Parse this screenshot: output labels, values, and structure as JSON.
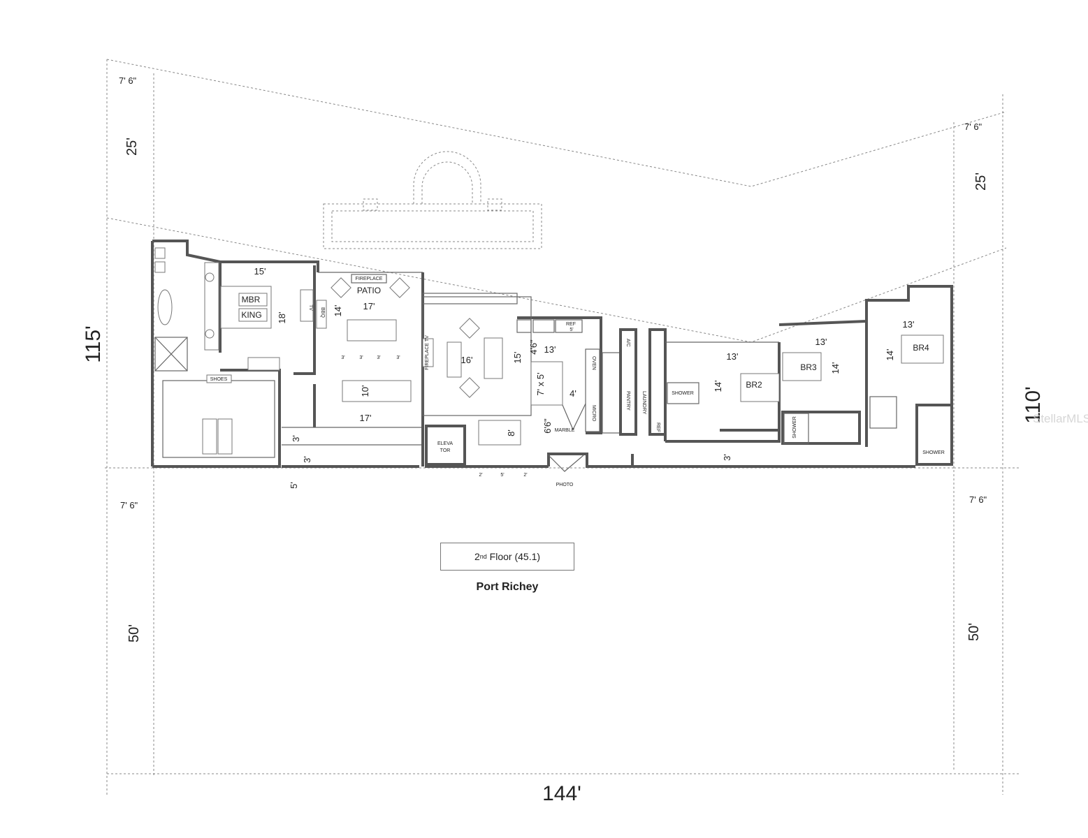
{
  "plan": {
    "title_main": "2",
    "title_sup": "nd",
    "title_rest": " Floor (45.1)",
    "subtitle": "Port Richey",
    "watermark": "StellarMLS"
  },
  "dimensions": {
    "overall_width": "144'",
    "left_depth": "115'",
    "right_depth": "110'",
    "left_top_setback_small": "7' 6\"",
    "left_top_setback": "25'",
    "right_top_setback_small": "7' 6\"",
    "right_top_setback": "25'",
    "left_bottom_setback_small": "7' 6\"",
    "right_bottom_setback_small": "7' 6\"",
    "left_bottom_setback": "50'",
    "right_bottom_setback": "50'"
  },
  "rooms": {
    "mbr": "MBR",
    "king": "KING",
    "mbr_width": "15'",
    "mbr_depth": "18'",
    "fireplace": "FIREPLACE",
    "patio": "PATIO",
    "patio_width": "17'",
    "patio_depth": "14'",
    "bbq": "BBQ",
    "tv": "TV",
    "gaps": [
      "3'",
      "3'",
      "3'",
      "3'"
    ],
    "dining_width": "10'",
    "dining_length": "17'",
    "shoes": "SHOES",
    "hall_a": "3'",
    "hall_b": "3'",
    "porch": "5'",
    "living": "16'",
    "living_depth": "15'",
    "fireplace_tv": "FIREPLACE TV",
    "kitchen_a": "4'6\"",
    "kitchen_width": "13'",
    "island": "7' x 5'",
    "kitchen_b": "4'",
    "kitchen_c": "6'6\"",
    "marble": "MARBLE",
    "ref": "REF",
    "ref_size": "5'",
    "oven": "OVEN",
    "micro": "MICRO",
    "ac": "A/C",
    "pantry": "PANTRY",
    "laundry": "LAUNDRY",
    "ref2": "REF",
    "elevator_1": "ELEVA",
    "elevator_2": "TOR",
    "breakfast": "8'",
    "windows": [
      "2'",
      "5'",
      "2'"
    ],
    "photo": "PHOTO",
    "shower1": "SHOWER",
    "br2": "BR2",
    "br2_width": "13'",
    "br2_depth": "14'",
    "hall_c": "3'",
    "br3": "BR3",
    "br3_width": "13'",
    "br3_depth": "14'",
    "shower2": "SHOWER",
    "br4": "BR4",
    "br4_width": "13'",
    "br4_depth": "14'",
    "shower3": "SHOWER"
  }
}
